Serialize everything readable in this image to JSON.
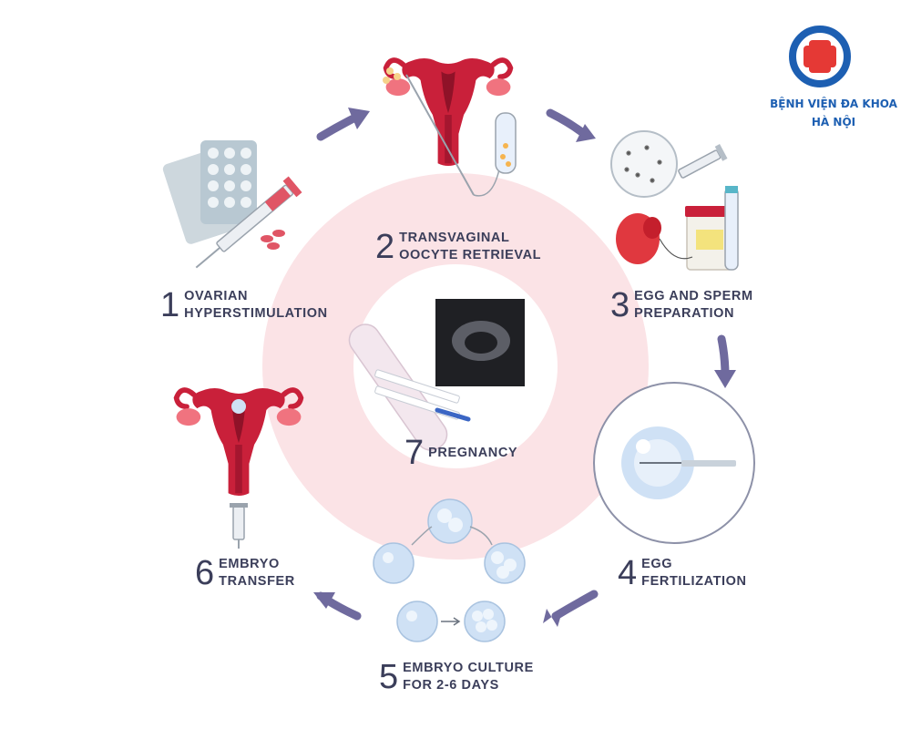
{
  "logo": {
    "line1": "BỆNH VIỆN ĐA KHOA",
    "line2": "HÀ NỘI"
  },
  "steps": [
    {
      "number": "1",
      "line1": "OVARIAN",
      "line2": "HYPERSTIMULATION"
    },
    {
      "number": "2",
      "line1": "TRANSVAGINAL",
      "line2": "OOCYTE RETRIEVAL"
    },
    {
      "number": "3",
      "line1": "EGG AND SPERM",
      "line2": "PREPARATION"
    },
    {
      "number": "4",
      "line1": "EGG",
      "line2": "FERTILIZATION"
    },
    {
      "number": "5",
      "line1": "EMBRYO CULTURE",
      "line2": "FOR 2-6 DAYS"
    },
    {
      "number": "6",
      "line1": "EMBRYO",
      "line2": "TRANSFER"
    },
    {
      "number": "7",
      "line1": "PREGNANCY"
    }
  ],
  "colors": {
    "text": "#3b3e5a",
    "arrow": "#6f6a9e",
    "ring": "#fbe3e6",
    "uterus": "#c9203a",
    "ovary": "#f0737f",
    "cell": "#cfe1f5",
    "logo_blue": "#1d5fb2",
    "logo_red": "#e53935"
  },
  "icons": [
    "hospital-cross-logo-icon",
    "pill-blister-icon",
    "syringe-icon",
    "uterus-icon",
    "test-tube-icon",
    "petri-dish-sperm-icon",
    "urine-container-icon",
    "egg-icon",
    "microscope-cell-icon",
    "embryo-icon",
    "pregnancy-test-icon",
    "ultrasound-icon",
    "arrow-icon"
  ]
}
